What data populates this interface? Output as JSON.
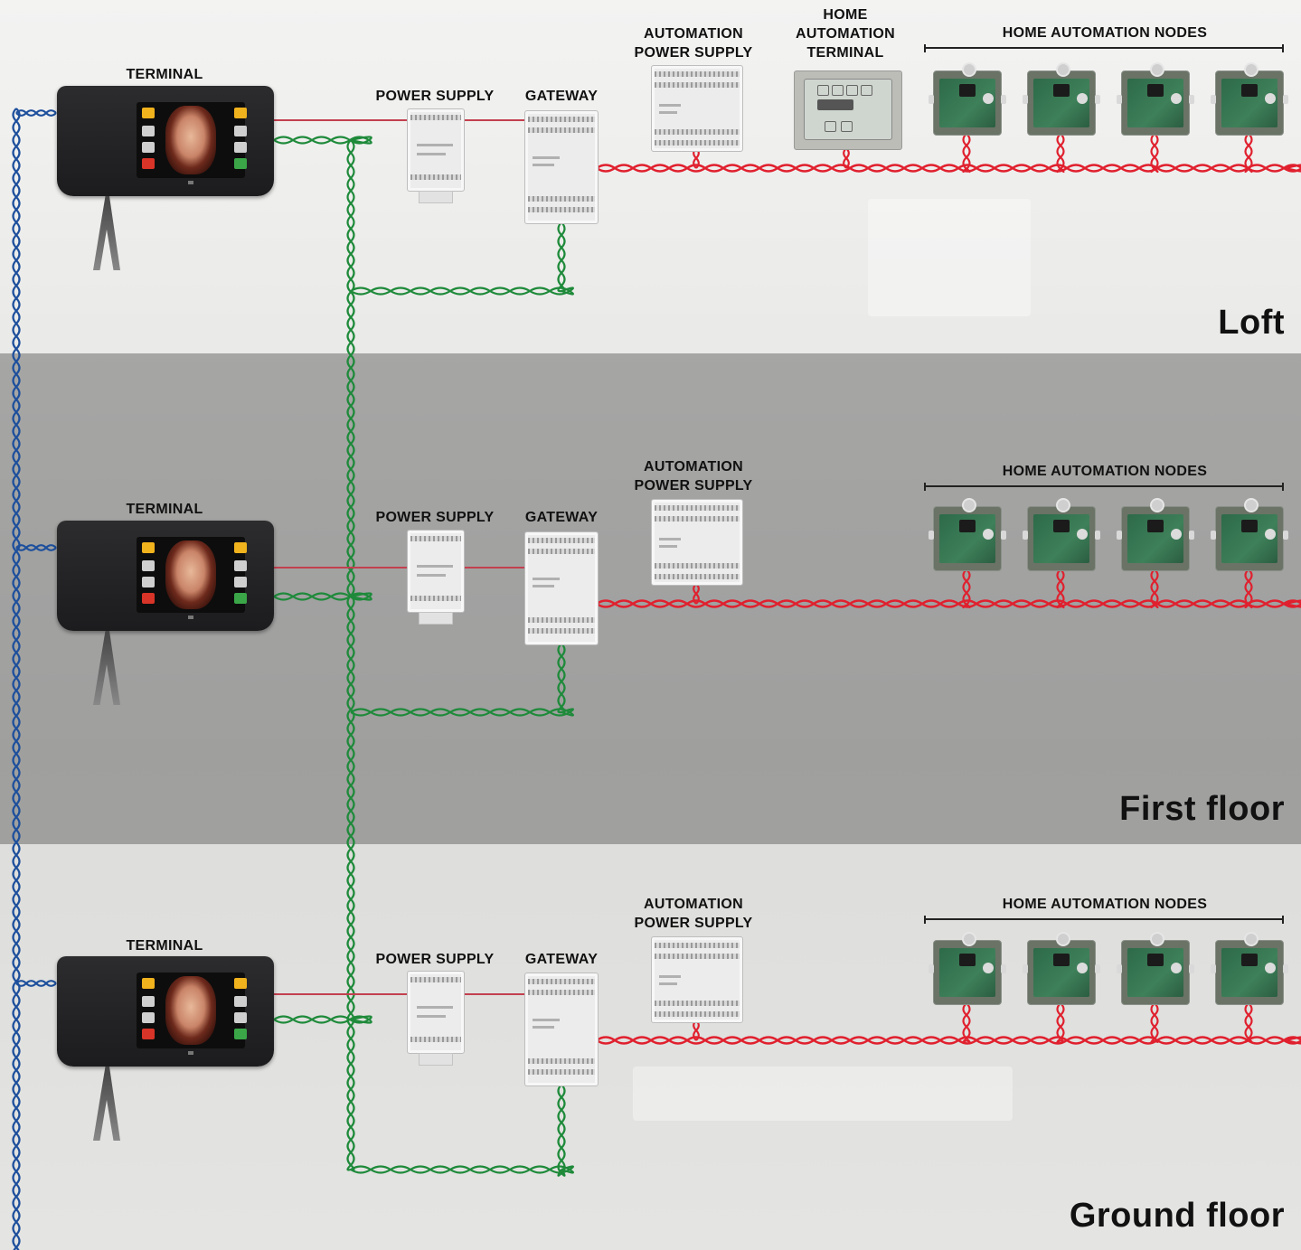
{
  "floors": [
    {
      "name": "Loft",
      "terminal_label": "TERMINAL",
      "power_supply_label": "POWER SUPPLY",
      "gateway_label": "GATEWAY",
      "automation_power_supply_label": "AUTOMATION\nPOWER SUPPLY",
      "home_automation_terminal_label": "HOME\nAUTOMATION\nTERMINAL",
      "nodes_label": "HOME AUTOMATION NODES"
    },
    {
      "name": "First floor",
      "terminal_label": "TERMINAL",
      "power_supply_label": "POWER SUPPLY",
      "gateway_label": "GATEWAY",
      "automation_power_supply_label": "AUTOMATION\nPOWER SUPPLY",
      "nodes_label": "HOME AUTOMATION NODES"
    },
    {
      "name": "Ground floor",
      "terminal_label": "TERMINAL",
      "power_supply_label": "POWER SUPPLY",
      "gateway_label": "GATEWAY",
      "automation_power_supply_label": "AUTOMATION\nPOWER SUPPLY",
      "nodes_label": "HOME AUTOMATION NODES"
    }
  ],
  "colors": {
    "riser_wire": "#1d4f9c",
    "video_bus_wire": "#1e8a3a",
    "automation_bus_wire": "#e0202e",
    "power_wire": "#c2404f",
    "dark_band": "#7a7a7a"
  }
}
